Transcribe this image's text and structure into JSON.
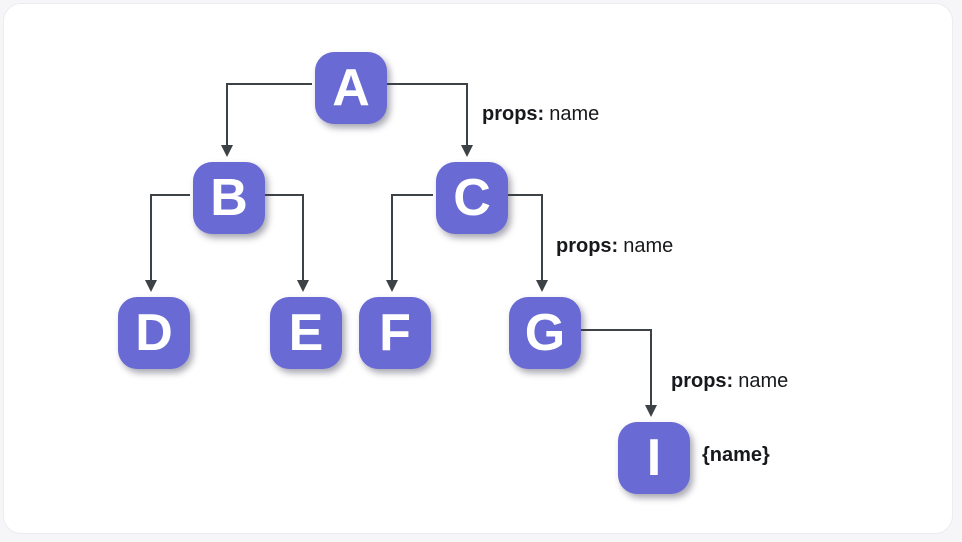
{
  "diagram": {
    "title": "component-tree",
    "nodes": [
      {
        "id": "A",
        "label": "A"
      },
      {
        "id": "B",
        "label": "B"
      },
      {
        "id": "C",
        "label": "C"
      },
      {
        "id": "D",
        "label": "D"
      },
      {
        "id": "E",
        "label": "E"
      },
      {
        "id": "F",
        "label": "F"
      },
      {
        "id": "G",
        "label": "G"
      },
      {
        "id": "I",
        "label": "I"
      }
    ],
    "edges": [
      {
        "from": "A",
        "to": "B"
      },
      {
        "from": "A",
        "to": "C",
        "label": "props: name"
      },
      {
        "from": "B",
        "to": "D"
      },
      {
        "from": "B",
        "to": "E"
      },
      {
        "from": "C",
        "to": "F"
      },
      {
        "from": "C",
        "to": "G",
        "label": "props: name"
      },
      {
        "from": "G",
        "to": "I",
        "label": "props: name"
      }
    ],
    "annotations": [
      {
        "prefix": "props:",
        "value": "name"
      },
      {
        "prefix": "props:",
        "value": "name"
      },
      {
        "prefix": "props:",
        "value": "name"
      }
    ],
    "result_label": "{name}",
    "colors": {
      "node_fill": "#6a6ad4",
      "node_text": "#ffffff",
      "edge": "#3d4247",
      "label_text": "#17191c",
      "card_background": "#ffffff",
      "page_background": "#f6f6f8"
    }
  }
}
